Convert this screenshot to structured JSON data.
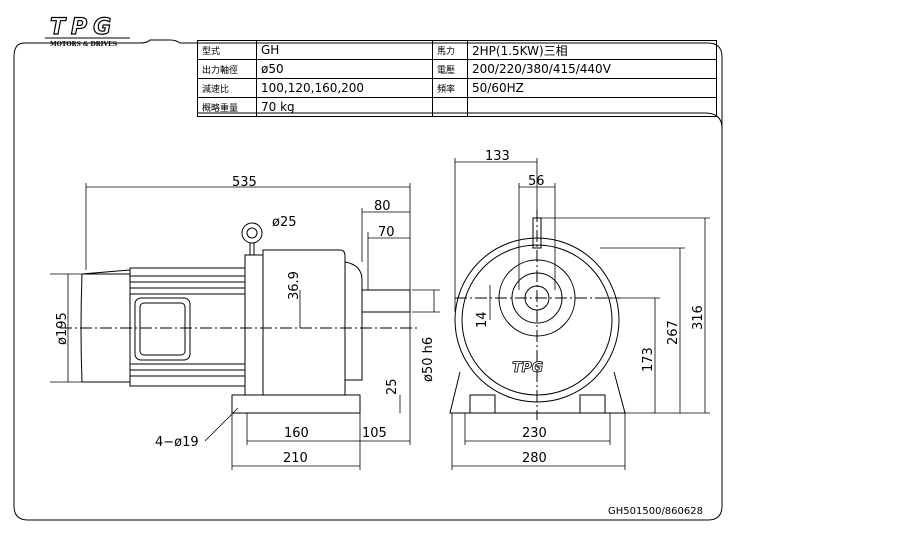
{
  "logo": {
    "brand": "TPG",
    "subtitle": "MOTORS & DRIVES"
  },
  "specs": {
    "rows": [
      {
        "label": "型式",
        "value": "GH",
        "label2": "馬力",
        "value2": "2HP(1.5KW)三相"
      },
      {
        "label": "出力軸徑",
        "value": "ø50",
        "label2": "電壓",
        "value2": "200/220/380/415/440V"
      },
      {
        "label": "減速比",
        "value": "100,120,160,200",
        "label2": "頻率",
        "value2": "50/60HZ"
      },
      {
        "label": "概略重量",
        "value": "70  kg",
        "label2": "",
        "value2": ""
      }
    ]
  },
  "dimensions": {
    "overall_length": "535",
    "shaft_length_80": "80",
    "shaft_length_70": "70",
    "eyebolt": "ø25",
    "motor_dia": "ø195",
    "shaft_offset": "36.9",
    "shaft_dia": "ø50  h6",
    "base_height": "25",
    "mount_holes": "4−ø19",
    "foot_160": "160",
    "foot_105": "105",
    "foot_210": "210",
    "width_133": "133",
    "width_56": "56",
    "key_14": "14",
    "height_173": "173",
    "height_267": "267",
    "height_316": "316",
    "foot_230": "230",
    "foot_280": "280"
  },
  "drawing_code": "GH501500/860628"
}
